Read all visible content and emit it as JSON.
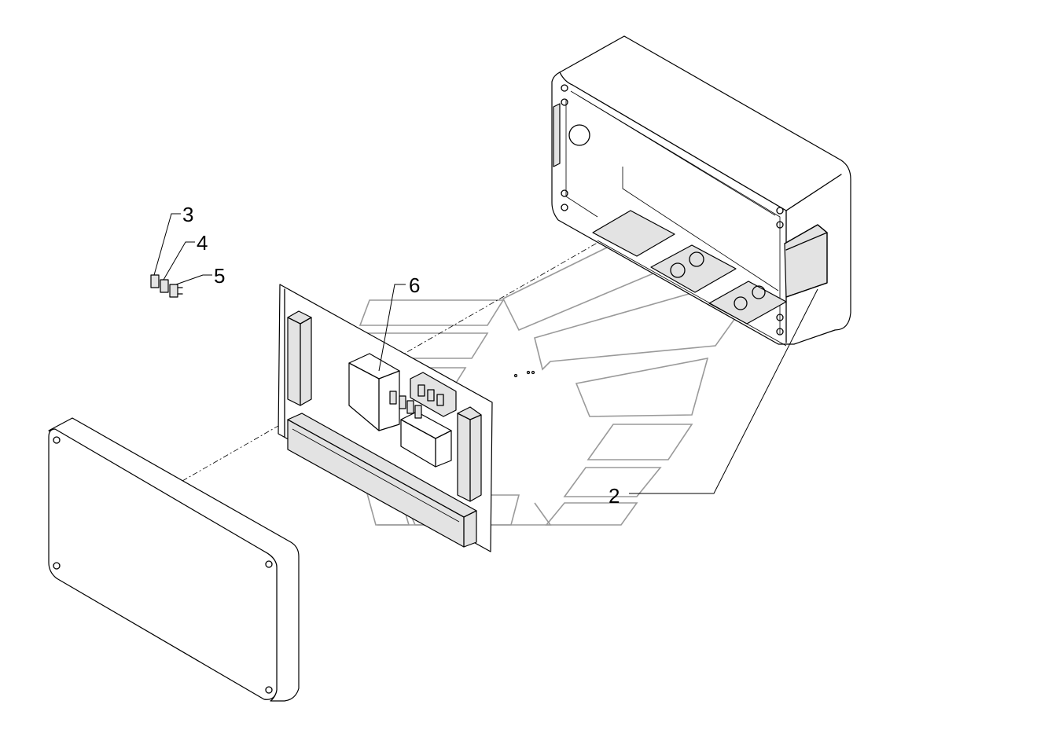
{
  "callouts": [
    {
      "id": "2",
      "text": "2"
    },
    {
      "id": "3",
      "text": "3"
    },
    {
      "id": "4",
      "text": "4"
    },
    {
      "id": "5",
      "text": "5"
    },
    {
      "id": "6",
      "text": "6"
    }
  ],
  "colors": {
    "line": "#000000",
    "fill": "#e3e3e3",
    "watermark": "#9a9a9a",
    "background": "#ffffff"
  }
}
